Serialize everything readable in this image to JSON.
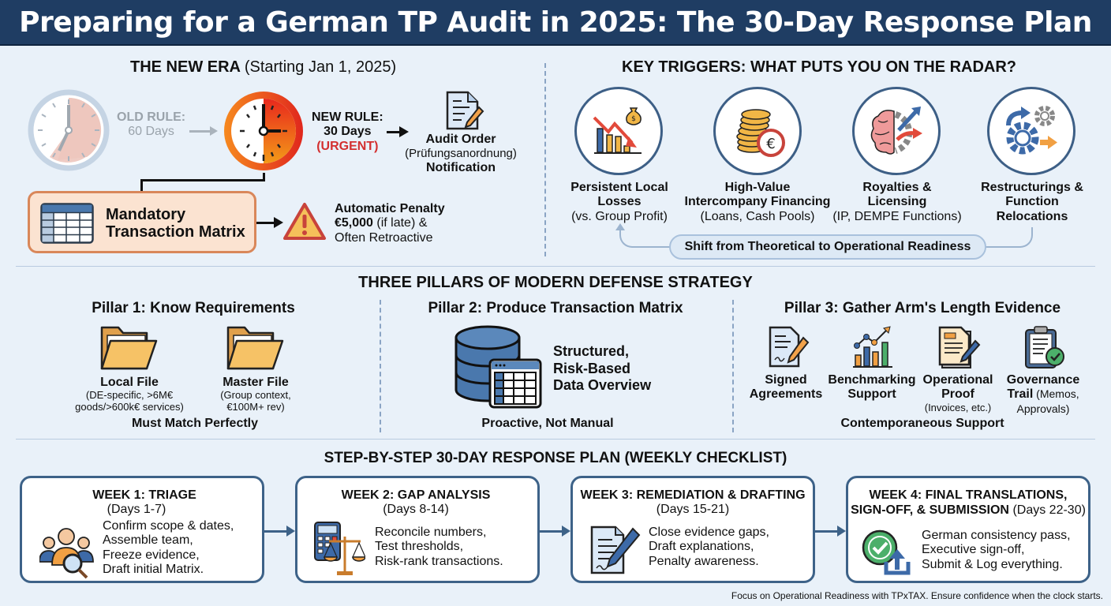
{
  "header": {
    "title": "Preparing for a German TP Audit in 2025: The 30-Day Response Plan"
  },
  "new_era": {
    "title_bold": "THE NEW ERA",
    "title_light": "(Starting Jan 1, 2025)",
    "old_rule_label": "OLD RULE:",
    "old_rule_value": "60 Days",
    "new_rule_label": "NEW RULE:",
    "new_rule_value": "30 Days",
    "new_rule_urgent": "(URGENT)",
    "audit_order_title": "Audit Order",
    "audit_order_german": "(Prüfungsanordnung)",
    "audit_order_sub": "Notification",
    "matrix_line1": "Mandatory",
    "matrix_line2": "Transaction Matrix",
    "penalty_line1": "Automatic Penalty",
    "penalty_amount": "€5,000",
    "penalty_line2_rest": " (if late) &",
    "penalty_line3": "Often Retroactive"
  },
  "triggers": {
    "title": "KEY TRIGGERS: WHAT PUTS YOU ON THE RADAR?",
    "items": [
      {
        "line1": "Persistent Local",
        "line2": "Losses",
        "sub": "(vs. Group Profit)",
        "icon": "declining-chart-icon"
      },
      {
        "line1": "High-Value",
        "line2": "Intercompany Financing",
        "sub": "(Loans, Cash Pools)",
        "icon": "euro-coins-icon"
      },
      {
        "line1": "Royalties &",
        "line2": "Licensing",
        "sub": "(IP, DEMPE Functions)",
        "icon": "brain-gear-icon"
      },
      {
        "line1": "Restructurings &",
        "line2": "Function",
        "sub": "Relocations",
        "icon": "gears-arrows-icon"
      }
    ],
    "banner": "Shift from Theoretical to Operational Readiness"
  },
  "pillars": {
    "title": "THREE PILLARS OF MODERN DEFENSE STRATEGY",
    "pillar1": {
      "title": "Pillar 1: Know Requirements",
      "files": [
        {
          "name": "Local File",
          "detail1": "(DE-specific, >6M€",
          "detail2": "goods/>600k€ services)"
        },
        {
          "name": "Master File",
          "detail1": "(Group context,",
          "detail2": "€100M+ rev)"
        }
      ],
      "footer": "Must Match Perfectly"
    },
    "pillar2": {
      "title": "Pillar 2: Produce Transaction Matrix",
      "desc1": "Structured,",
      "desc2": "Risk-Based",
      "desc3": "Data Overview",
      "footer": "Proactive, Not Manual"
    },
    "pillar3": {
      "title": "Pillar 3: Gather Arm's Length Evidence",
      "items": [
        {
          "line1": "Signed",
          "line2": "Agreements",
          "sub": ""
        },
        {
          "line1": "Benchmarking",
          "line2": "Support",
          "sub": ""
        },
        {
          "line1": "Operational",
          "line2": "Proof",
          "sub": "(Invoices, etc.)"
        },
        {
          "line1": "Governance",
          "line2": "Trail",
          "line2_light": " (Memos,",
          "sub": "Approvals)"
        }
      ],
      "footer": "Contemporaneous Support"
    }
  },
  "plan": {
    "title": "STEP-BY-STEP 30-DAY RESPONSE PLAN (WEEKLY CHECKLIST)",
    "weeks": [
      {
        "title": "WEEK 1: TRIAGE",
        "days": "(Days 1-7)",
        "items": [
          "Confirm scope & dates,",
          "Assemble team,",
          "Freeze evidence,",
          "Draft initial Matrix."
        ]
      },
      {
        "title": "WEEK 2: GAP ANALYSIS",
        "days": "(Days 8-14)",
        "items": [
          "Reconcile numbers,",
          "Test thresholds,",
          "Risk-rank transactions."
        ]
      },
      {
        "title": "WEEK 3: REMEDIATION & DRAFTING",
        "days": "(Days 15-21)",
        "items": [
          "Close evidence gaps,",
          "Draft explanations,",
          "Penalty awareness."
        ]
      },
      {
        "title": "WEEK 4: FINAL TRANSLATIONS,",
        "title2": "SIGN-OFF, & SUBMISSION",
        "days": "(Days 22-30)",
        "items": [
          "German consistency pass,",
          "Executive sign-off,",
          "Submit & Log everything."
        ]
      }
    ]
  },
  "footer": {
    "text": "Focus on Operational Readiness with TPxTAX. Ensure confidence when the clock starts."
  },
  "colors": {
    "header_bg": "#1f3d63",
    "page_bg": "#e9f1f9",
    "accent_blue": "#3d6288",
    "urgent_red": "#d32f2f",
    "matrix_orange": "#d9875a"
  }
}
